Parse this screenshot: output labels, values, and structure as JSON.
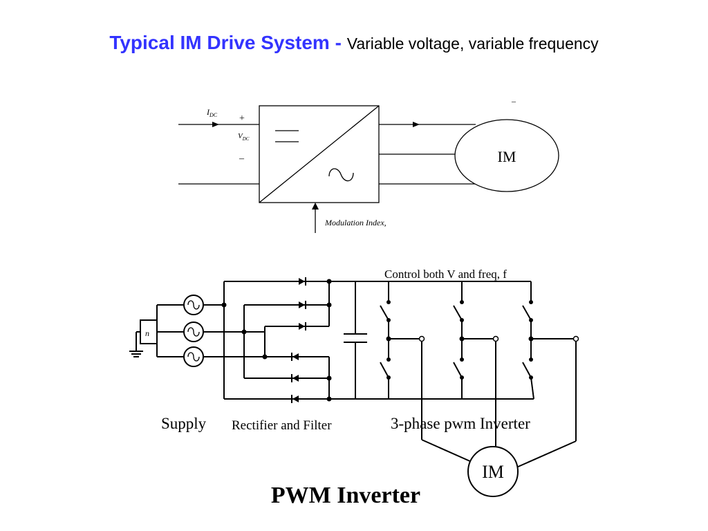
{
  "title": {
    "main": "Typical IM Drive System - ",
    "sub": "Variable voltage, variable frequency"
  },
  "top_diagram": {
    "idc_symbol": "I",
    "idc_subscript": "DC",
    "plus_sign": "+",
    "vdc_symbol": "V",
    "vdc_subscript": "DC",
    "minus_sign": "–",
    "corner_minus": "–",
    "motor_label": "IM",
    "modulation_label": "Modulation Index,",
    "icons": [
      "dc-symbol-icon",
      "ac-wave-icon",
      "up-arrow-icon"
    ]
  },
  "bottom_diagram": {
    "neutral_label": "n",
    "control_note": "Control both V and freq, f",
    "supply_label": "Supply",
    "rectifier_label": "Rectifier and Filter",
    "inverter_label": "3-phase pwm Inverter",
    "motor_label": "IM",
    "icons": [
      "ac-source-icon",
      "ground-icon",
      "diode-icon",
      "capacitor-icon",
      "switch-icon"
    ]
  },
  "footer_title": "PWM Inverter"
}
